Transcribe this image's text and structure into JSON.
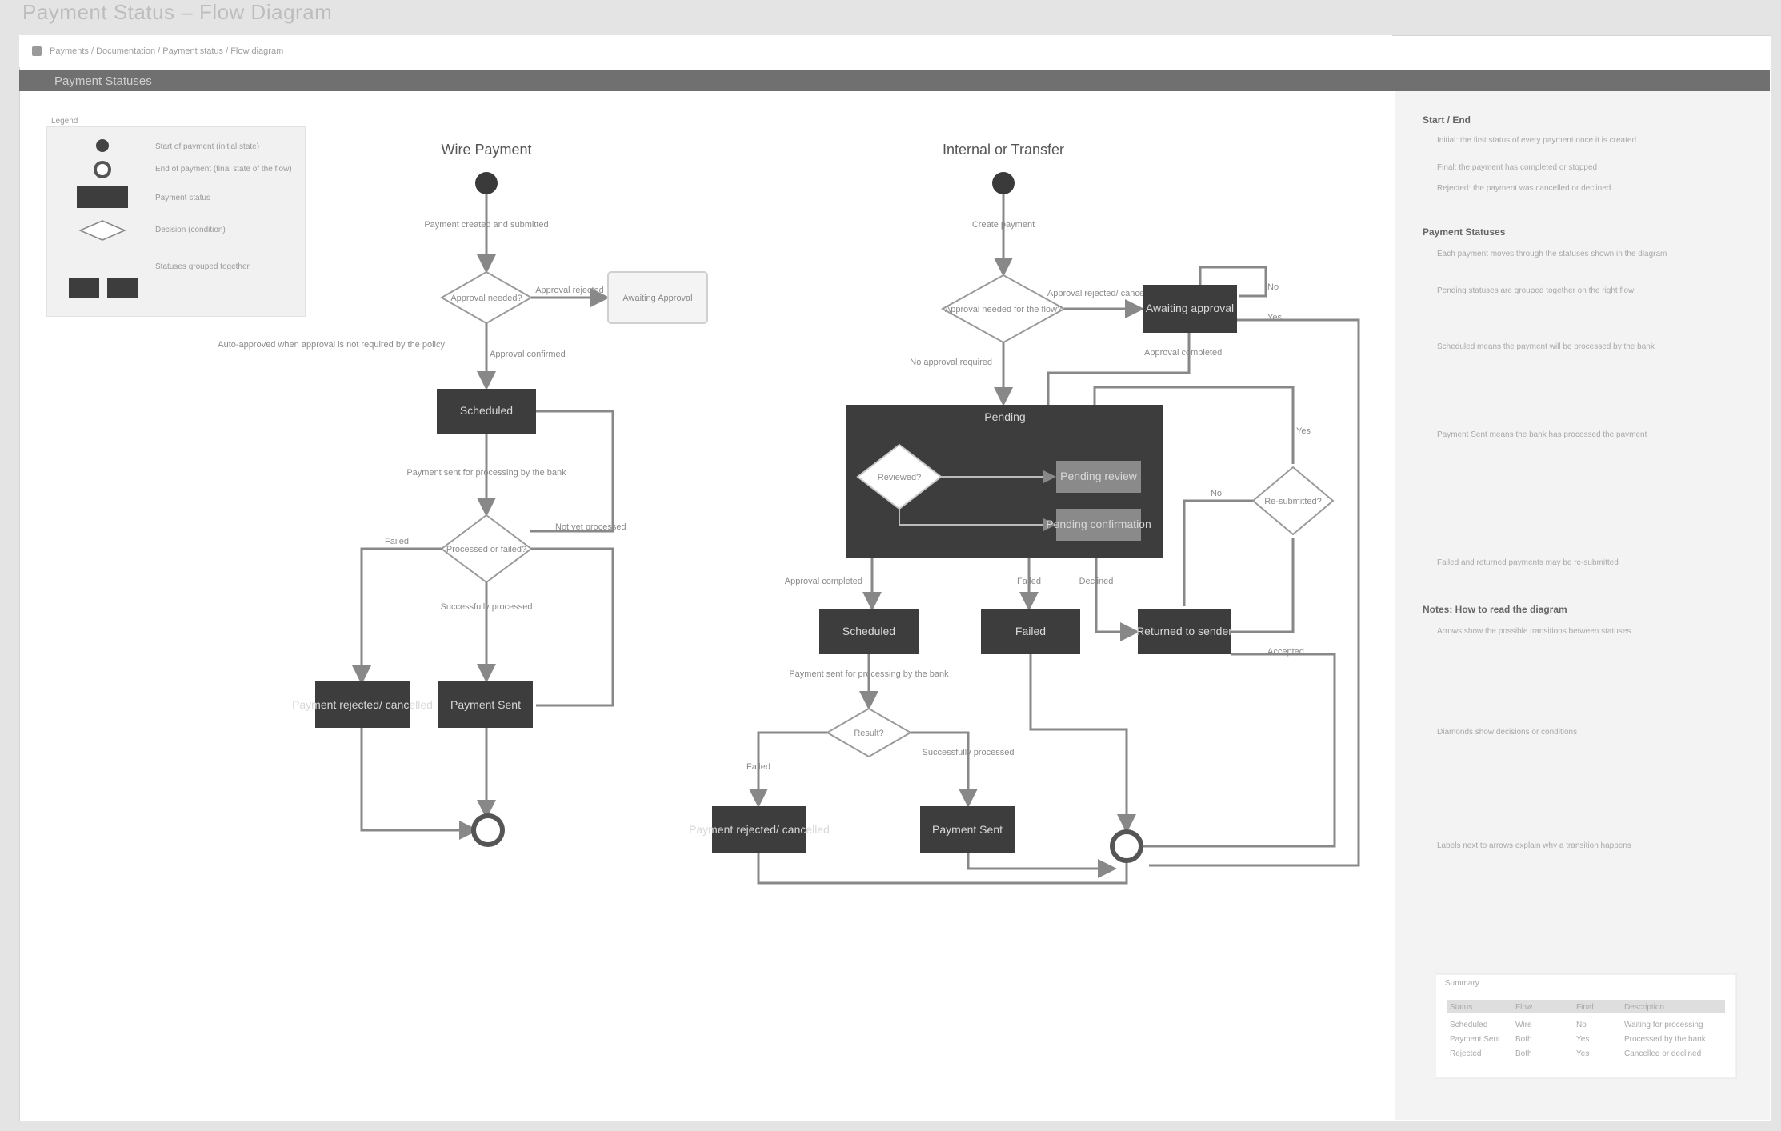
{
  "window": {
    "title": "Payment Status – Flow Diagram"
  },
  "breadcrumb": {
    "text": "Payments / Documentation / Payment status / Flow diagram"
  },
  "section": {
    "title": "Payment Statuses"
  },
  "legend": {
    "title": "Legend",
    "items": [
      {
        "label": "Start of payment (initial state)"
      },
      {
        "label": "End of payment (final state of the flow)"
      },
      {
        "label": "Payment status"
      },
      {
        "label": "Decision (condition)"
      },
      {
        "label": "Statuses grouped together"
      }
    ]
  },
  "flows": [
    {
      "title": "Wire Payment",
      "nodes": {
        "approval_decision": "Approval needed?",
        "awaiting_approval": "Awaiting Approval",
        "scheduled": "Scheduled",
        "success_decision": "Processed or failed?",
        "rejected": "Payment rejected/ cancelled",
        "payment_sent": "Payment Sent"
      },
      "labels": {
        "create": "Payment created and submitted",
        "approval_rejected": "Approval rejected",
        "approved": "Approval confirmed",
        "auto_approved": "Auto-approved when approval is not required by the policy",
        "processing": "Payment sent for processing by the bank",
        "failed": "Failed",
        "not_processed": "Not yet processed",
        "success": "Successfully processed"
      }
    },
    {
      "title": "Internal or Transfer",
      "nodes": {
        "approval_decision": "Approval needed for the flow?",
        "pending_group": "Pending",
        "awaiting_approval": "Awaiting approval",
        "review_decision": "Reviewed?",
        "pending_review": "Pending review",
        "pending_confirm": "Pending confirmation",
        "scheduled": "Scheduled",
        "failed": "Failed",
        "returned": "Returned to sender",
        "right_decision": "Re-submitted?",
        "result_decision": "Result?",
        "rejected": "Payment rejected/ cancelled",
        "payment_sent": "Payment Sent"
      },
      "labels": {
        "create": "Create payment",
        "approval_rejected": "Approval rejected/ cancelled",
        "approved": "Approval completed",
        "no_approval": "No approval required",
        "processing": "Payment sent for processing by the bank",
        "failed": "Failed",
        "success": "Successfully processed",
        "accepted": "Accepted",
        "declined": "Declined",
        "yes": "Yes",
        "no": "No"
      }
    }
  ],
  "right_panel": {
    "sections": [
      {
        "heading": "Start / End",
        "lines": [
          "Initial: the first status of every payment once it is created",
          "Final: the payment has completed or stopped",
          "Rejected: the payment was cancelled or declined"
        ]
      },
      {
        "heading": "Payment Statuses",
        "lines": [
          "Each payment moves through the statuses shown in the diagram",
          "Pending statuses are grouped together on the right flow",
          "Scheduled means the payment will be processed by the bank",
          "Payment Sent means the bank has processed the payment",
          "Failed and returned payments may be re-submitted"
        ]
      },
      {
        "heading": "Notes: How to read the diagram",
        "lines": [
          "Arrows show the possible transitions between statuses",
          "Diamonds show decisions or conditions",
          "Labels next to arrows explain why a transition happens"
        ]
      }
    ],
    "table": {
      "title": "Summary",
      "headers": [
        "Status",
        "Flow",
        "Final",
        "Description"
      ],
      "rows": [
        [
          "Scheduled",
          "Wire",
          "No",
          "Waiting for processing"
        ],
        [
          "Payment Sent",
          "Both",
          "Yes",
          "Processed by the bank"
        ],
        [
          "Rejected",
          "Both",
          "Yes",
          "Cancelled or declined"
        ]
      ]
    }
  }
}
